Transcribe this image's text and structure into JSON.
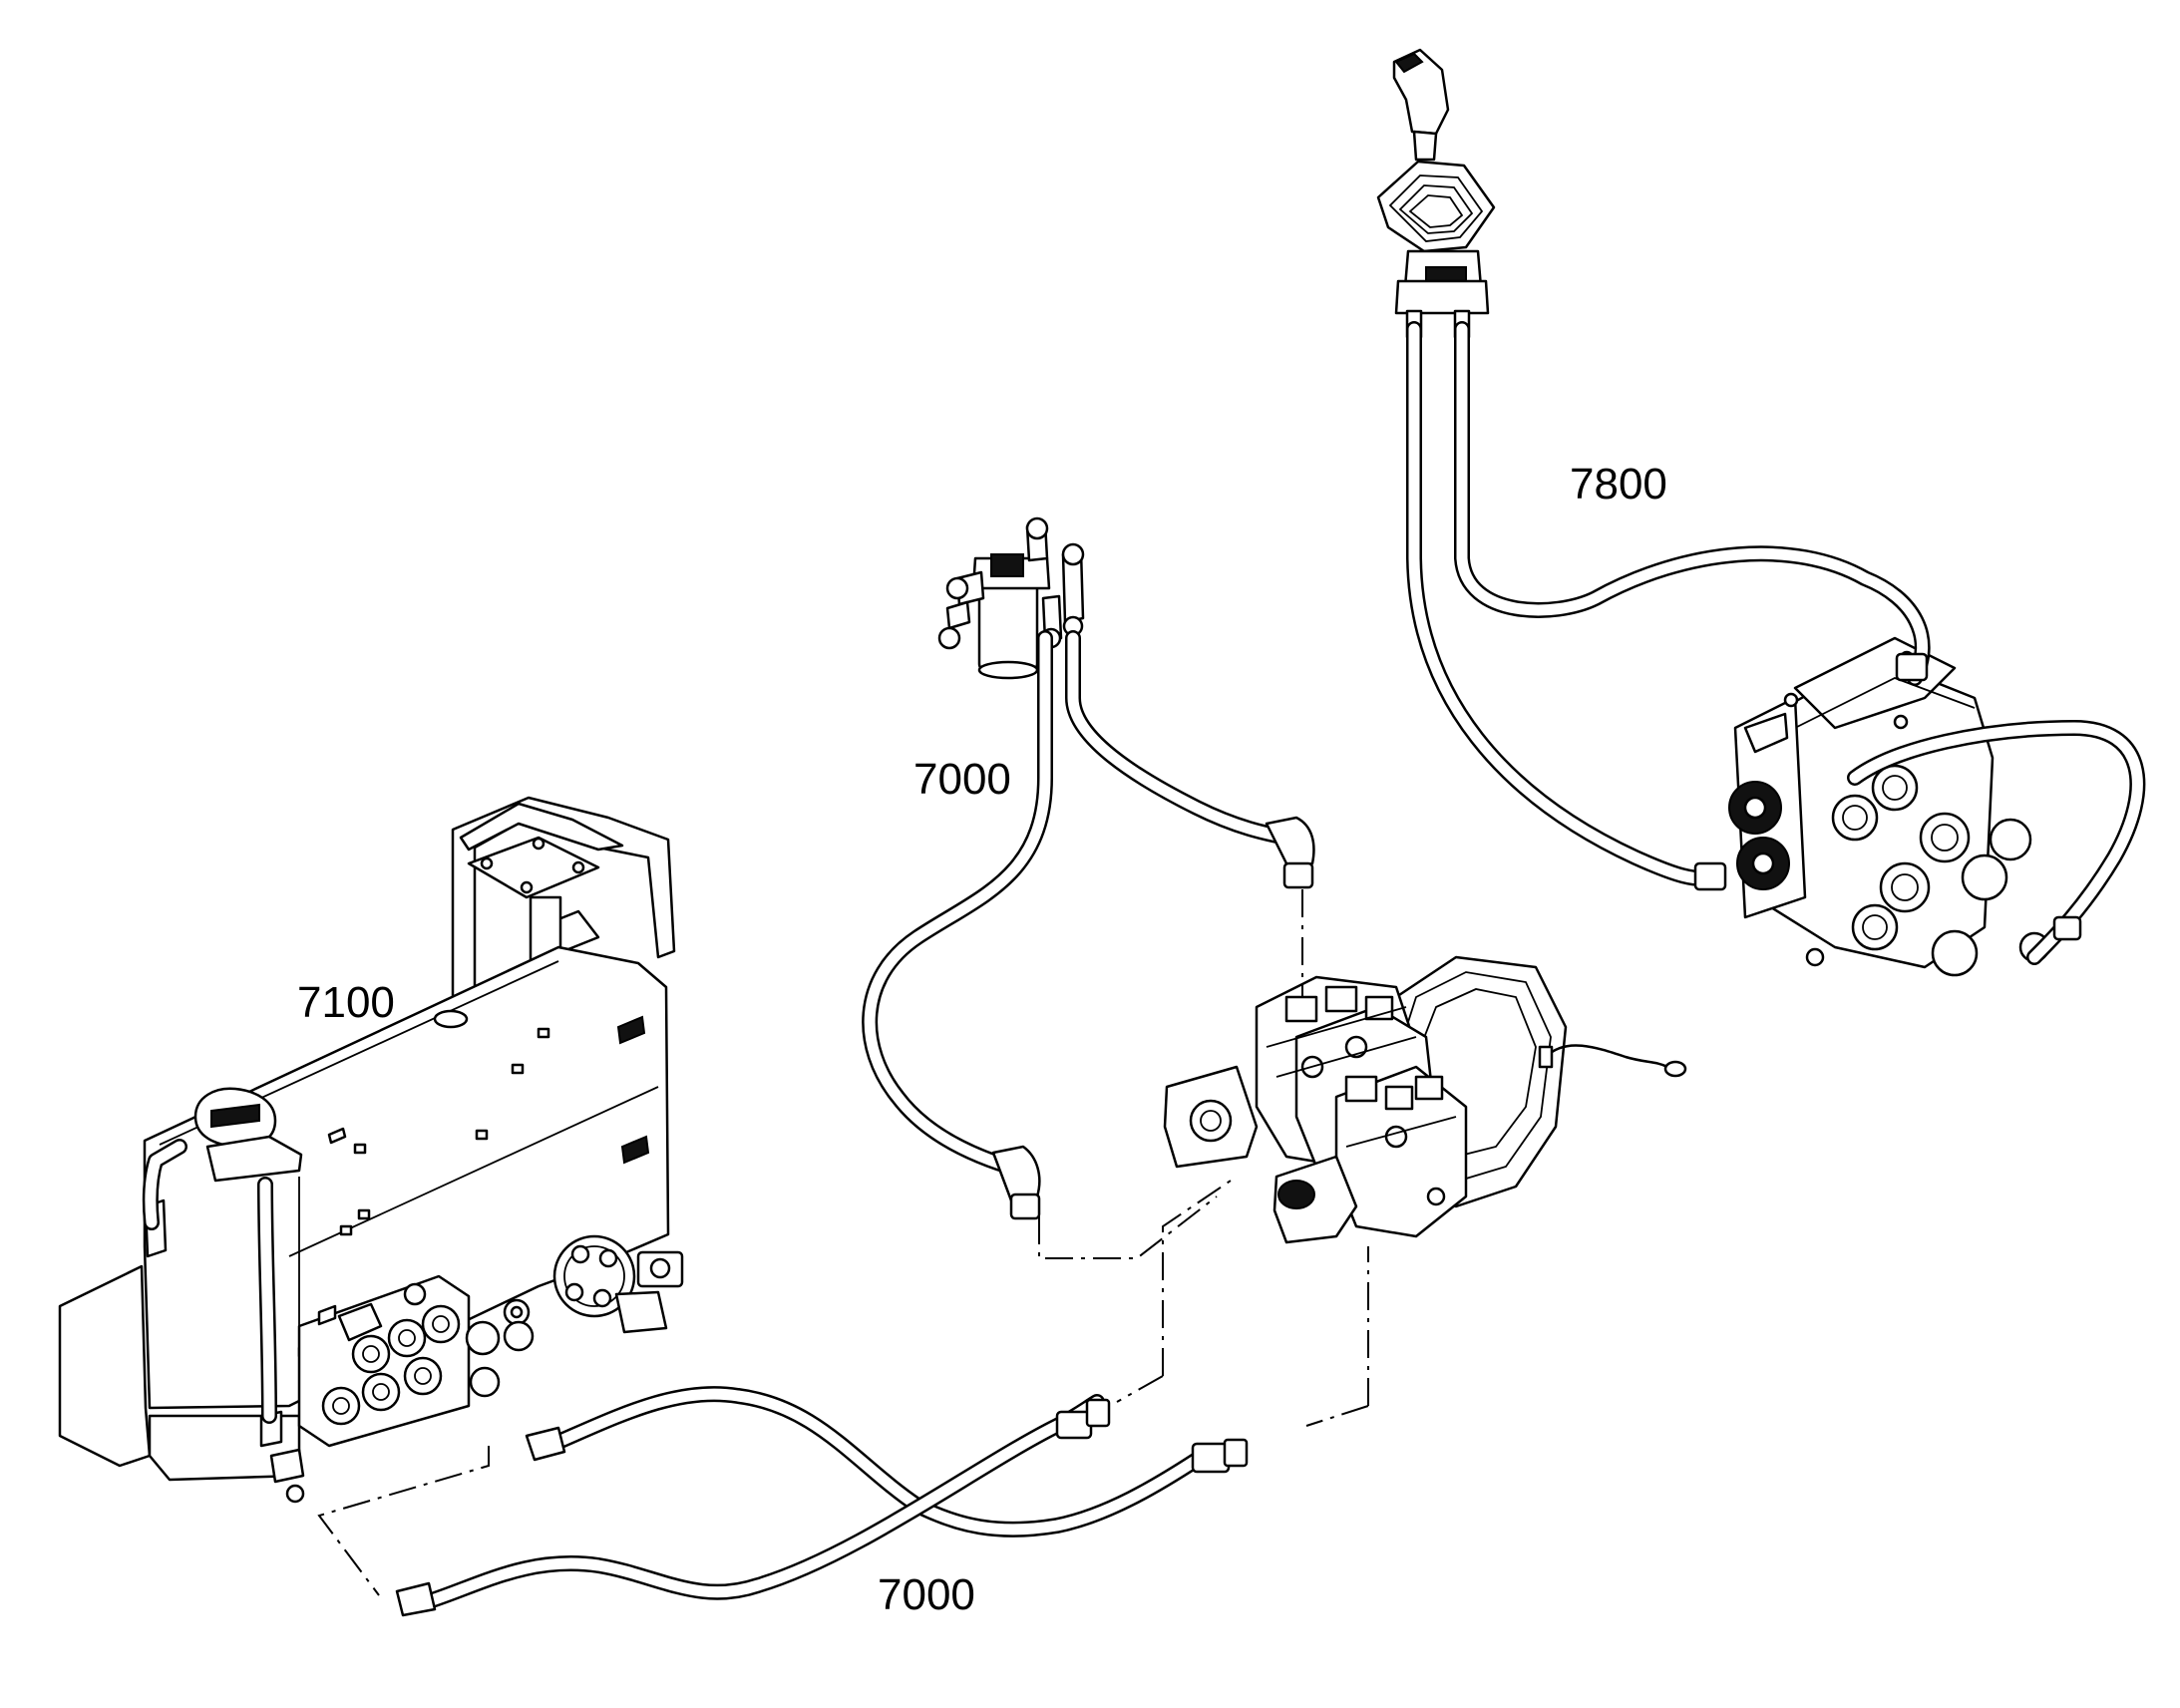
{
  "diagram": {
    "callouts": [
      {
        "id": "tank",
        "text": "7100"
      },
      {
        "id": "hose-upper",
        "text": "7000"
      },
      {
        "id": "hose-lower",
        "text": "7000"
      },
      {
        "id": "joystick",
        "text": "7800"
      }
    ],
    "line_color": "#000000",
    "background": "#ffffff"
  }
}
